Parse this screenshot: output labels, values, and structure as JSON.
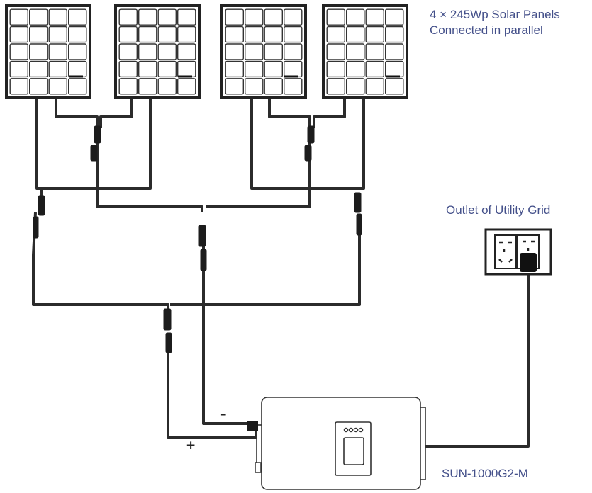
{
  "labels": {
    "panels_line1": "4 × 245Wp Solar Panels",
    "panels_line2": "Connected in parallel",
    "grid_outlet": "Outlet of Utility Grid",
    "inverter_model": "SUN-1000G2-M",
    "negative_sign": "–",
    "positive_sign": "+"
  },
  "solar_panels": {
    "count": 4,
    "rows": 5,
    "cols": 4,
    "rating_wp": 245
  },
  "colors": {
    "label_text": "#44508a",
    "wire": "#2b2b2b",
    "outline": "#333333"
  }
}
